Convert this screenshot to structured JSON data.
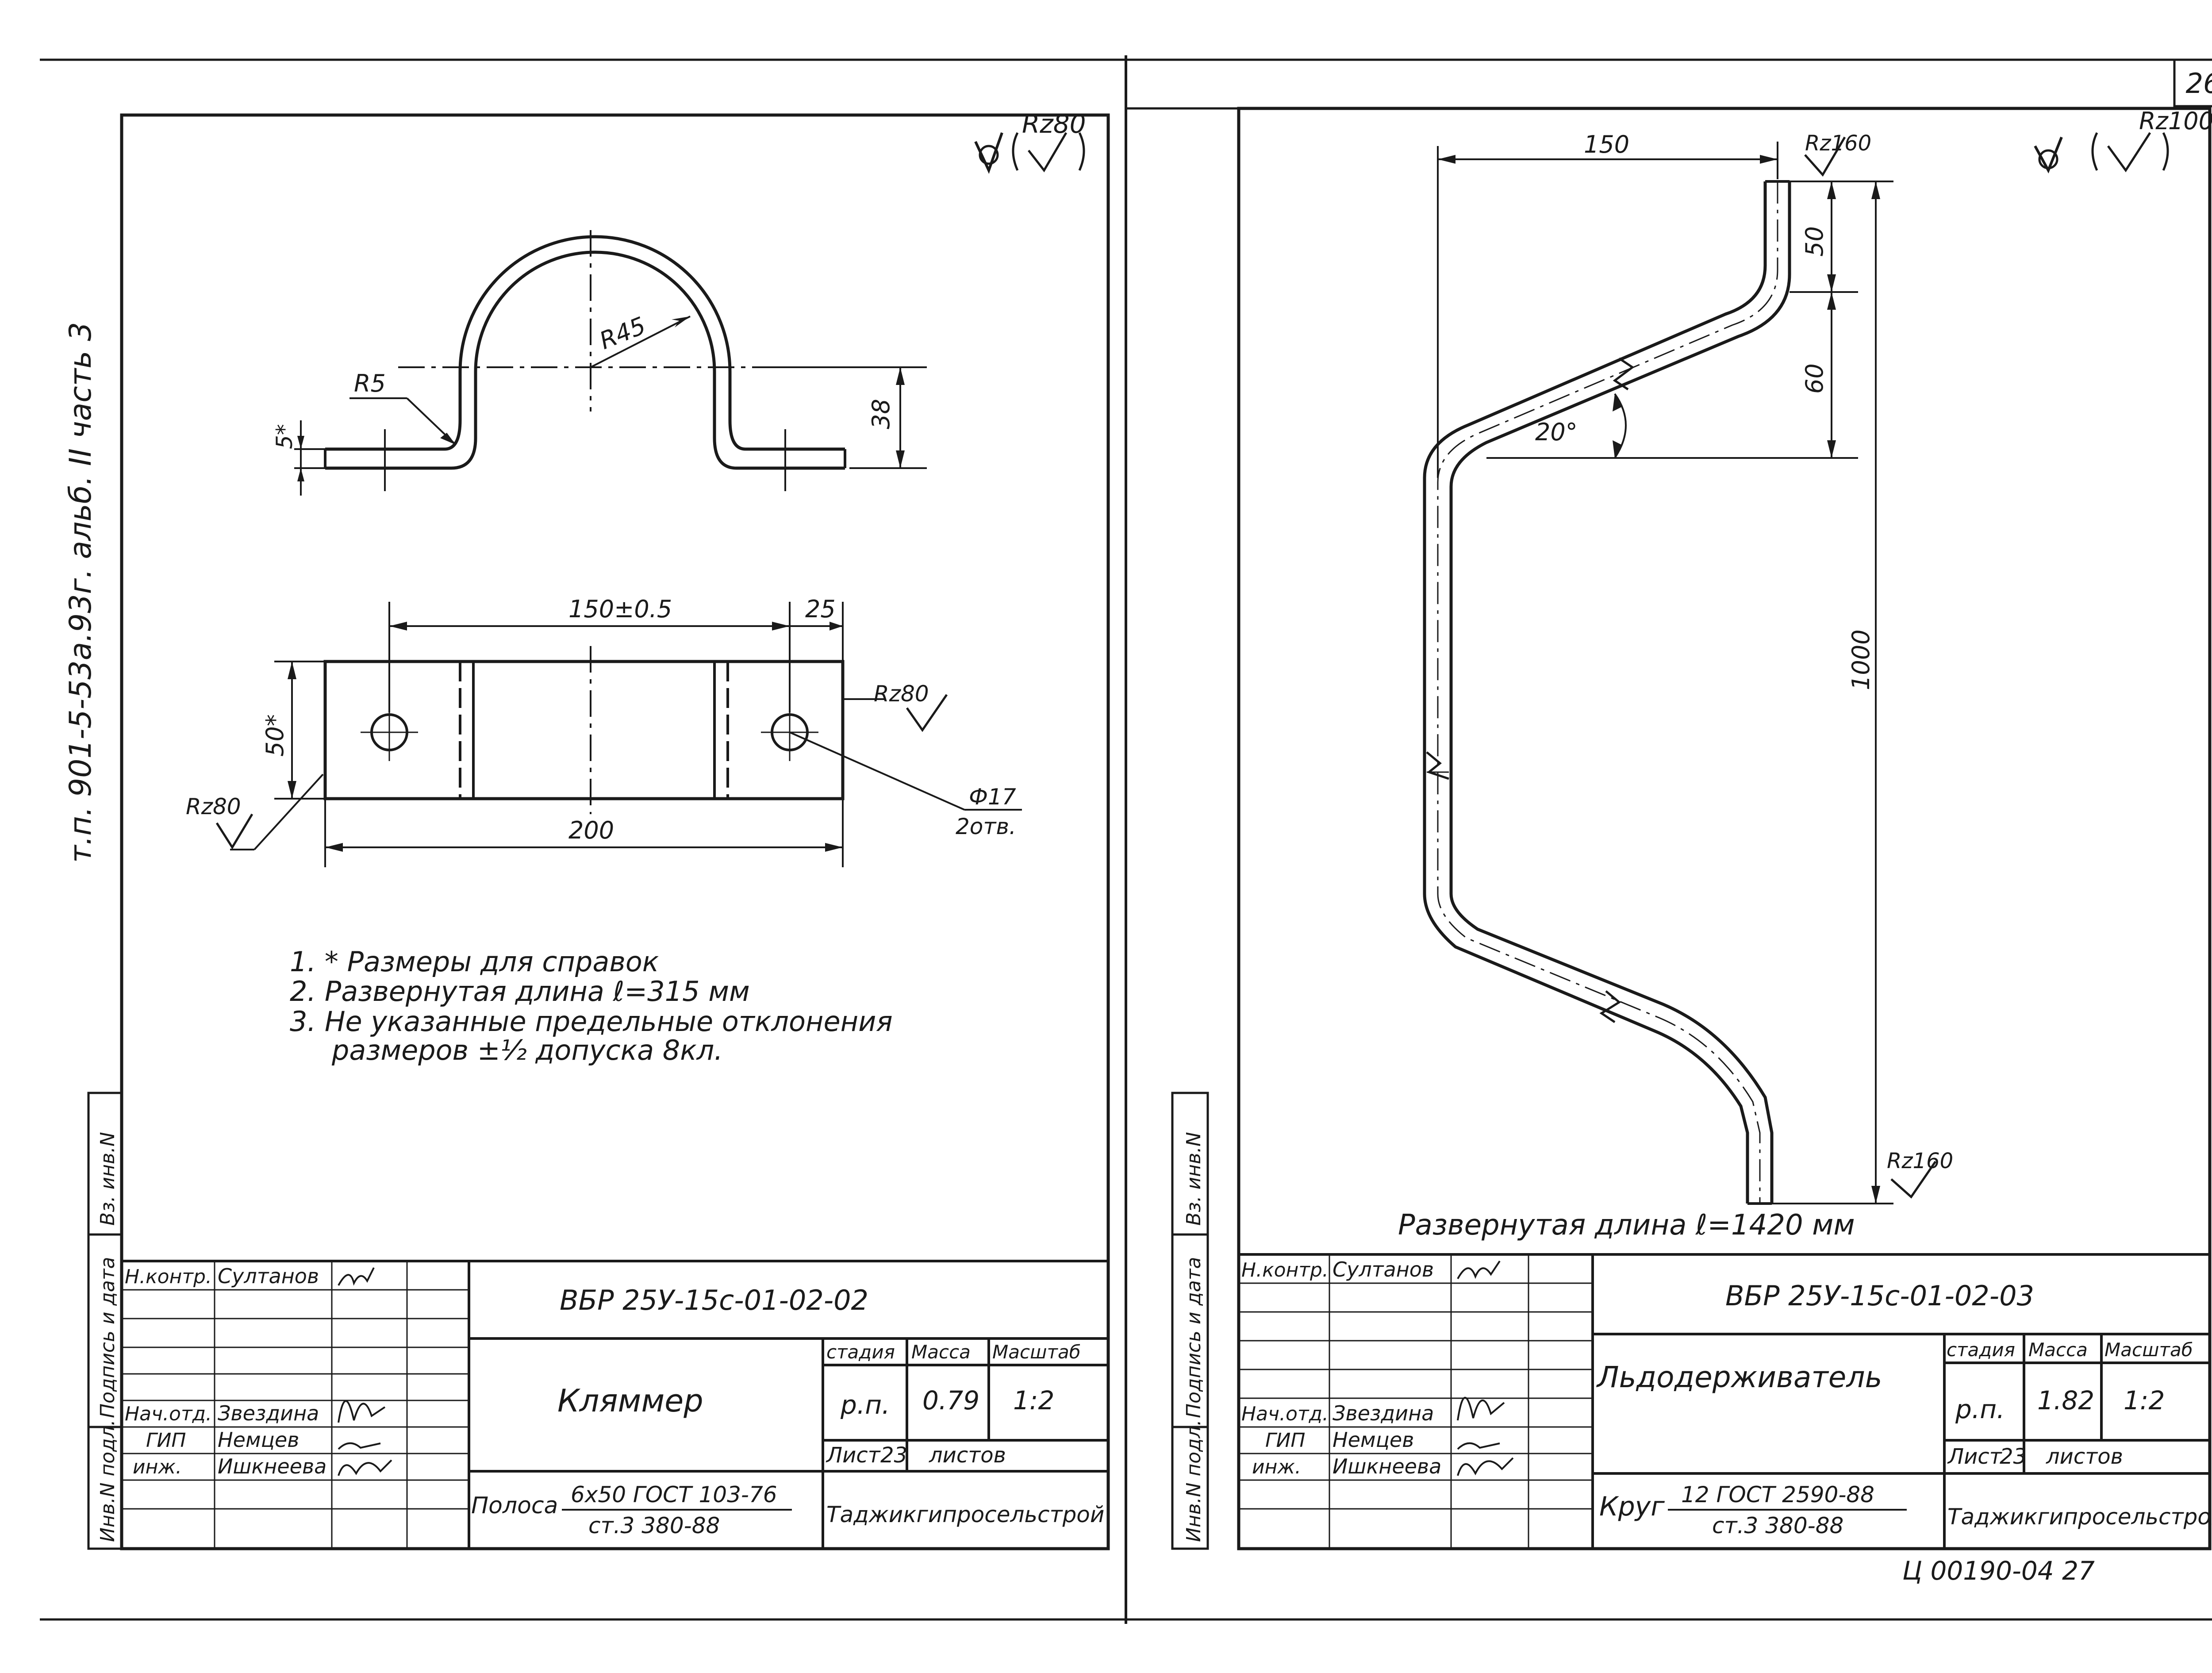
{
  "sheet_number": "26",
  "footer_code": "Ц 00190-04 27",
  "side_stamp": {
    "project_text": "т.п. 901-5-53а.93г. альб. II часть 3",
    "inv_orig_label": "Инв.N подл.",
    "sign_date_label": "Подпись и дата",
    "inv_replace_label": "Вз. инв.N"
  },
  "left_sheet": {
    "roughness_top": "Rz80",
    "dims": {
      "radius_outer": "R45",
      "radius_inner": "R5",
      "height": "38",
      "thickness": "5*",
      "length": "150±0.5",
      "end_offset": "25",
      "width": "50*",
      "overall_length": "200",
      "hole_diameter": "Ф17",
      "hole_count": "2отв.",
      "roughness_edge": "Rz80",
      "roughness_hole": "Rz80"
    },
    "notes": [
      "1. * Размеры для справок",
      "2. Развернутая длина ℓ=315 мм",
      "3. Не указанные предельные отклонения",
      "размеров ±½ допуска 8кл."
    ],
    "title_block": {
      "doc_code": "ВБР 25У-15с-01-02-02",
      "part_name": "Кляммер",
      "roles": [
        {
          "role": "Н.контр.",
          "name": "Султанов"
        },
        {
          "role": "Нач.отд.",
          "name": "Звездина"
        },
        {
          "role": "ГИП",
          "name": "Немцев"
        },
        {
          "role": "инж.",
          "name": "Ишкнеева"
        }
      ],
      "stage_header": "стадия",
      "mass_header": "Масса",
      "scale_header": "Масштаб",
      "stage": "р.п.",
      "mass": "0.79",
      "scale": "1:2",
      "sheet_label": "Лист",
      "sheet_value": "23",
      "sheets_label": "листов",
      "material_prefix": "Полоса",
      "material_top": "6x50 ГОСТ 103-76",
      "material_bottom": "ст.3 380-88",
      "organization": "Таджикгипросельстрой"
    }
  },
  "right_sheet": {
    "roughness_top": "Rz100",
    "dims": {
      "horizontal_offset": "150",
      "roughness_top_end": "Rz160",
      "seg_upper": "50",
      "seg_middle": "60",
      "total_height": "1000",
      "angle": "20°",
      "roughness_bottom_end": "Rz160"
    },
    "developed_length": "Развернутая длина ℓ=1420 мм",
    "title_block": {
      "doc_code": "ВБР 25У-15с-01-02-03",
      "part_name": "Льдодерживатель",
      "roles": [
        {
          "role": "Н.контр.",
          "name": "Султанов"
        },
        {
          "role": "Нач.отд.",
          "name": "Звездина"
        },
        {
          "role": "ГИП",
          "name": "Немцев"
        },
        {
          "role": "инж.",
          "name": "Ишкнеева"
        }
      ],
      "stage_header": "стадия",
      "mass_header": "Масса",
      "scale_header": "Масштаб",
      "stage": "р.п.",
      "mass": "1.82",
      "scale": "1:2",
      "sheet_label": "Лист",
      "sheet_value": "23",
      "sheets_label": "листов",
      "material_prefix": "Круг",
      "material_top": "12 ГОСТ 2590-88",
      "material_bottom": "ст.3 380-88",
      "organization": "Таджикгипросельстрой"
    }
  }
}
